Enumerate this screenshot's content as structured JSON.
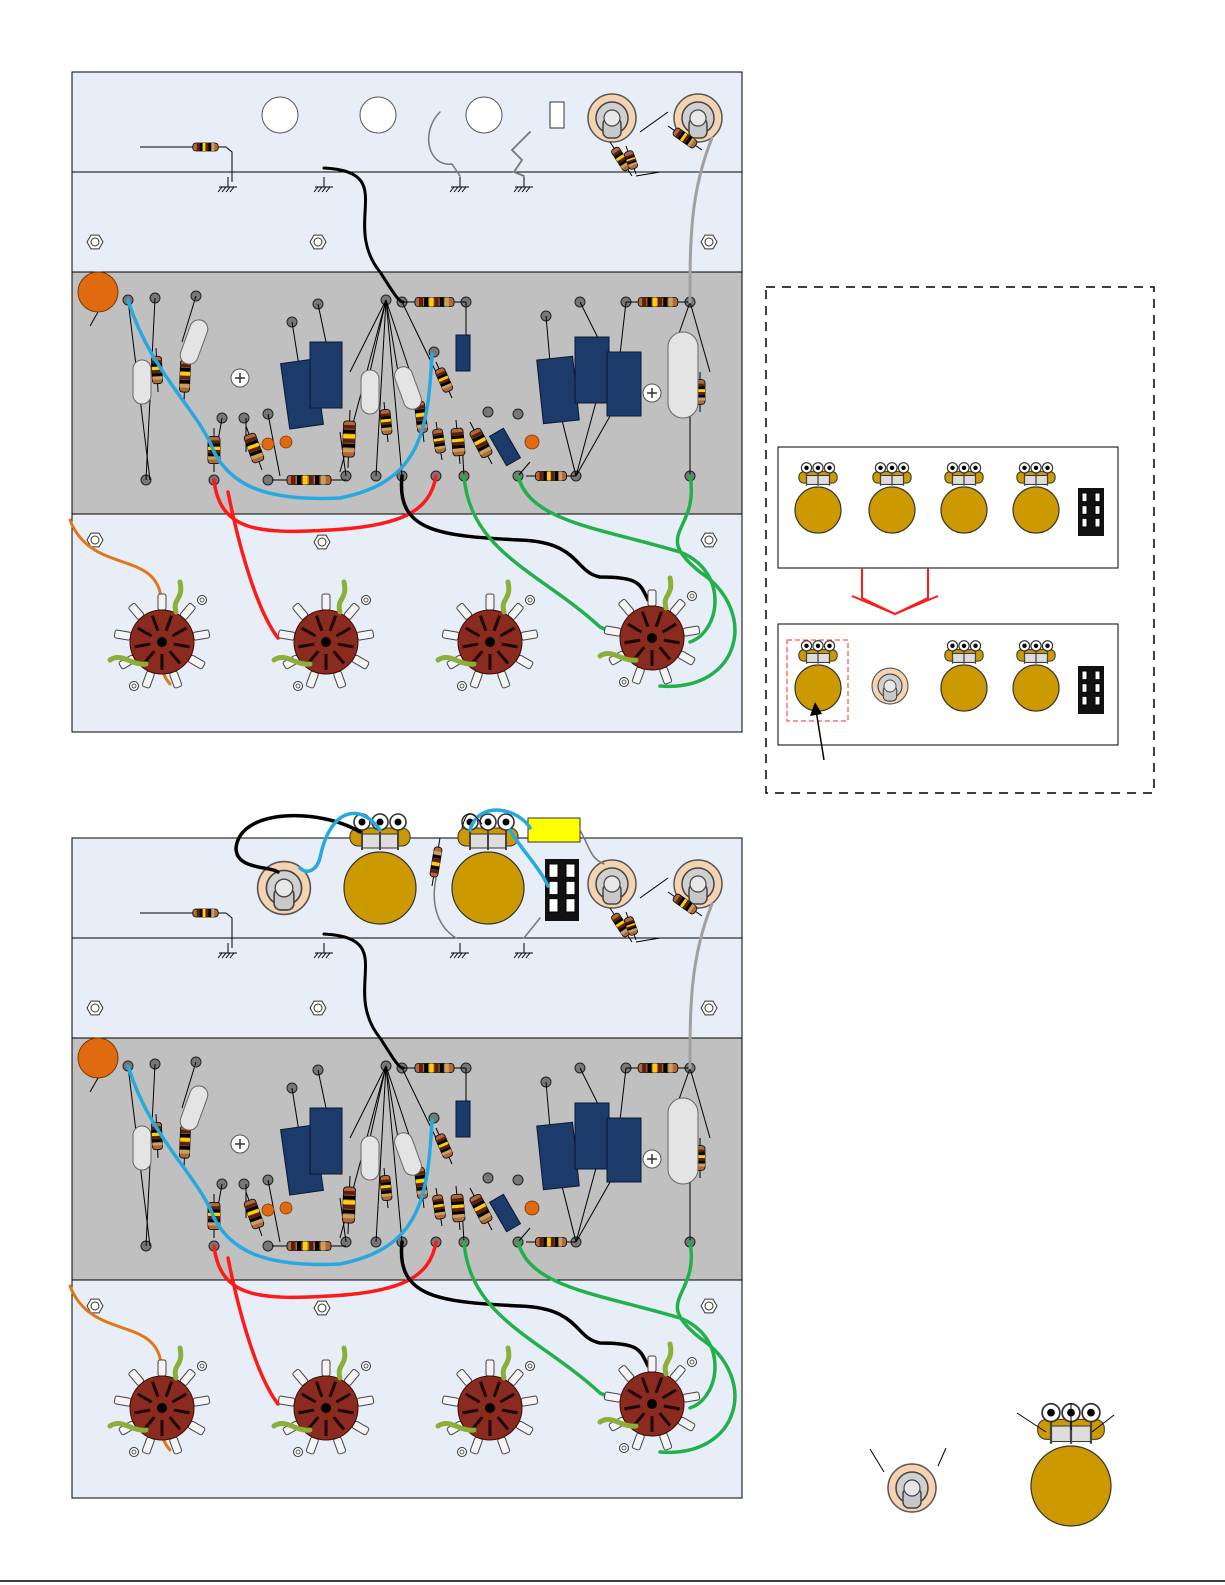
{
  "diagram": {
    "panels": [
      {
        "id": "before",
        "kind": "chassis-layout",
        "variant": "original"
      },
      {
        "id": "after",
        "kind": "chassis-layout",
        "variant": "modified"
      }
    ],
    "callout": {
      "kind": "front-panel-change",
      "rows": [
        {
          "id": "original-panel",
          "controls": [
            "pot",
            "pot",
            "pot",
            "pot",
            "switch"
          ]
        },
        {
          "id": "modified-panel",
          "controls": [
            "pot",
            "jack",
            "pot",
            "pot",
            "switch"
          ]
        }
      ],
      "arrow": "down"
    },
    "legend_parts": [
      "jack",
      "pot"
    ],
    "colors": {
      "panel": "#e8eef8",
      "board": "#c0c0c0",
      "blue_wire": "#26a8e0",
      "red_wire": "#ff1a1a",
      "green_wire": "#22b04a",
      "black_wire": "#000000",
      "gray_wire": "#a0a0a0",
      "orange_wire": "#e07818",
      "olive_wire": "#8caf3a",
      "socket": "#8b2a1e",
      "pot": "#cc9a00",
      "capacitor_blue": "#1c3a6a",
      "yellow_cap": "#ffff00",
      "orange_cap": "#e06a10"
    }
  }
}
